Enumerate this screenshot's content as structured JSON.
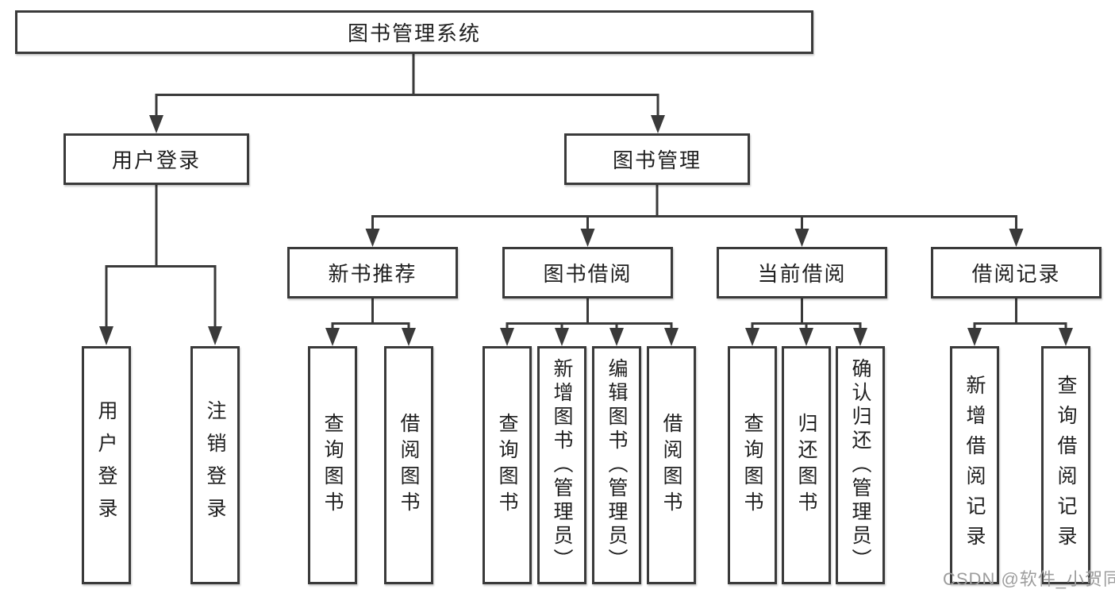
{
  "tree": {
    "root": {
      "label": "图书管理系统"
    },
    "level2": {
      "user_login": {
        "label": "用户登录"
      },
      "book_management": {
        "label": "图书管理"
      }
    },
    "level3": {
      "new_book_recommend": {
        "label": "新书推荐"
      },
      "book_borrowing": {
        "label": "图书借阅"
      },
      "current_borrowing": {
        "label": "当前借阅"
      },
      "borrowing_records": {
        "label": "借阅记录"
      }
    },
    "level4": {
      "user_login_children": [
        "用户登录",
        "注销登录"
      ],
      "new_book_recommend_children": [
        "查询图书",
        "借阅图书"
      ],
      "book_borrowing_children": [
        "查询图书",
        "新增图书（管理员）",
        "编辑图书（管理员）",
        "借阅图书"
      ],
      "current_borrowing_children": [
        "查询图书",
        "归还图书",
        "确认归还（管理员）"
      ],
      "borrowing_records_children": [
        "新增借阅记录",
        "查询借阅记录"
      ]
    }
  },
  "watermark": {
    "text": "CSDN @软件_小贺同学"
  },
  "colors": {
    "line": "#3a3a3a",
    "box_border": "#3a3a3a",
    "text": "#1f1f1f",
    "watermark_text": "#9d9d9d",
    "background": "#ffffff"
  }
}
